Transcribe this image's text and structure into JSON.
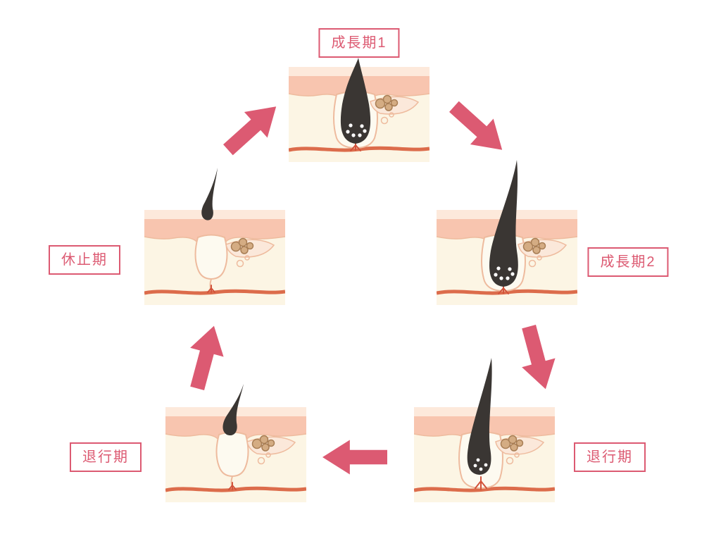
{
  "diagram": {
    "name": "hair-growth-cycle",
    "stages": [
      {
        "id": "growth-1",
        "label": "成長期1"
      },
      {
        "id": "growth-2",
        "label": "成長期2"
      },
      {
        "id": "catagen-right",
        "label": "退行期"
      },
      {
        "id": "catagen-left",
        "label": "退行期"
      },
      {
        "id": "telogen",
        "label": "休止期"
      }
    ],
    "arrows": [
      {
        "id": "telogen-to-growth1",
        "from": "休止期",
        "to": "成長期1",
        "direction": "up-right"
      },
      {
        "id": "growth1-to-growth2",
        "from": "成長期1",
        "to": "成長期2",
        "direction": "down-right"
      },
      {
        "id": "growth2-to-catagen",
        "from": "成長期2",
        "to": "退行期",
        "direction": "down"
      },
      {
        "id": "catagen-to-catagen-left",
        "from": "退行期",
        "to": "退行期",
        "direction": "left"
      },
      {
        "id": "catagen-to-telogen",
        "from": "退行期",
        "to": "休止期",
        "direction": "up"
      }
    ],
    "colors": {
      "accent": "#dc5a72",
      "skin-base": "#fcf5e4",
      "skin-strip": "#fde9db",
      "skin-band": "#f8c5af",
      "skin-line": "#eebb9e",
      "follicle": "#fdfaf0",
      "hair": "#3a3633",
      "vessel": "#dc6c4b",
      "gland": "#d4ac83",
      "gland-line": "#a87e55",
      "lobe": "#fbe8da",
      "papilla": "#d2533b"
    }
  }
}
